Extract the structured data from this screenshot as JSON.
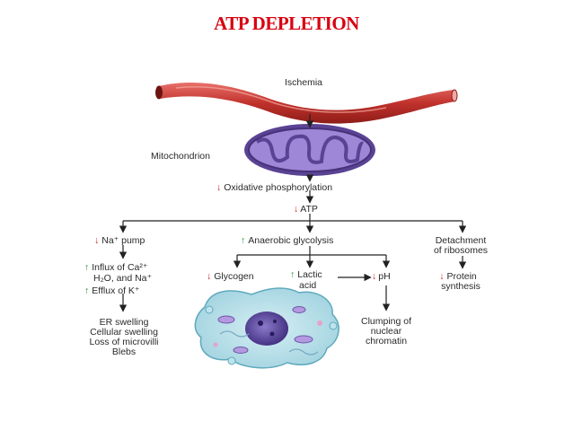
{
  "title": "ATP DEPLETION",
  "colors": {
    "title": "#d9000f",
    "down_arrow": "#d01d1d",
    "up_arrow": "#1e8f34",
    "vessel": "#c83a33",
    "mitochondrion": "#7a62b8",
    "cell": "#bfe3ec"
  },
  "icons": {
    "up": "↑",
    "down": "↓"
  },
  "nodes": {
    "ischemia": "Ischemia",
    "mitochondrion": "Mitochondrion",
    "oxphos": "Oxidative phosphorylation",
    "atp": "ATP",
    "na_pump": "Na⁺ pump",
    "influx_1": "Influx of Ca²⁺",
    "influx_2": "H₂O, and Na⁺",
    "efflux": "Efflux of K⁺",
    "er_1": "ER swelling",
    "er_2": "Cellular swelling",
    "er_3": "Loss of microvilli",
    "er_4": "Blebs",
    "glycolysis": "Anaerobic glycolysis",
    "glycogen": "Glycogen",
    "lactic_1": "Lactic",
    "lactic_2": "acid",
    "ph": "pH",
    "clumping_1": "Clumping of",
    "clumping_2": "nuclear",
    "clumping_3": "chromatin",
    "ribo_1": "Detachment",
    "ribo_2": "of ribosomes",
    "protein_1": "Protein",
    "protein_2": "synthesis"
  }
}
